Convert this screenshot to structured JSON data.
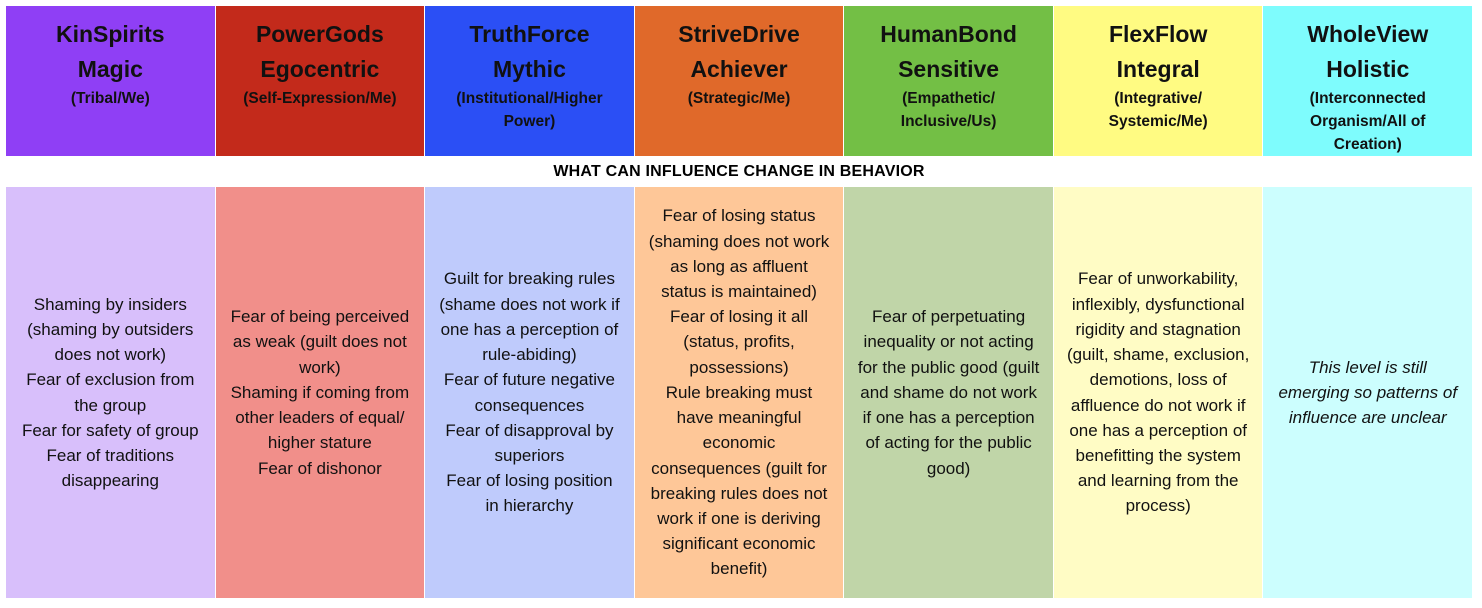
{
  "colors": {
    "header": [
      "#8f3ff5",
      "#c32a1b",
      "#2b4ff5",
      "#e0692a",
      "#73bf45",
      "#fffb82",
      "#7efcfd"
    ],
    "body": [
      "#d8bffb",
      "#f18f8a",
      "#bfcbfc",
      "#fec798",
      "#c0d5a8",
      "#fffcc5",
      "#ccfefe"
    ]
  },
  "banner": "WHAT CAN INFLUENCE CHANGE IN BEHAVIOR",
  "columns": [
    {
      "name": [
        "KinSpirits",
        "Magic"
      ],
      "sub": [
        "(Tribal/We)"
      ],
      "body_italic": false,
      "body": [
        "Shaming by insiders",
        "(shaming by outsiders",
        "does not work)",
        "Fear of exclusion from",
        "the group",
        "Fear for safety of group",
        "Fear of traditions",
        "disappearing"
      ]
    },
    {
      "name": [
        "PowerGods",
        "Egocentric"
      ],
      "sub": [
        "(Self-Expression/Me)"
      ],
      "body_italic": false,
      "body": [
        "Fear of being perceived",
        "as weak (guilt does not",
        "work)",
        "Shaming if coming from",
        "other leaders of equal/",
        "higher stature",
        "Fear of dishonor"
      ]
    },
    {
      "name": [
        "TruthForce",
        "Mythic"
      ],
      "sub": [
        "(Institutional/Higher",
        "Power)"
      ],
      "body_italic": false,
      "body": [
        "Guilt for breaking rules",
        "(shame does not work if",
        "one has a perception of",
        "rule-abiding)",
        "Fear of future negative",
        "consequences",
        "Fear of disapproval by",
        "superiors",
        "Fear of losing position",
        "in hierarchy"
      ]
    },
    {
      "name": [
        "StriveDrive",
        "Achiever"
      ],
      "sub": [
        "(Strategic/Me)"
      ],
      "body_italic": false,
      "body": [
        "Fear of losing status",
        "(shaming does not work",
        "as long as affluent",
        "status is maintained)",
        "Fear of losing it all",
        "(status, profits,",
        "possessions)",
        "Rule breaking must",
        "have meaningful",
        "economic",
        "consequences (guilt for",
        "breaking rules does not",
        "work if one is deriving",
        "significant economic",
        "benefit)"
      ]
    },
    {
      "name": [
        "HumanBond",
        "Sensitive"
      ],
      "sub": [
        "(Empathetic/",
        "Inclusive/Us)"
      ],
      "body_italic": false,
      "body": [
        "Fear of perpetuating",
        "inequality or not acting",
        "for the public good (guilt",
        "and shame do not work",
        "if one has a perception",
        "of acting for the public",
        "good)"
      ]
    },
    {
      "name": [
        "FlexFlow",
        "Integral"
      ],
      "sub": [
        "(Integrative/",
        "Systemic/Me)"
      ],
      "body_italic": false,
      "body": [
        "Fear of unworkability,",
        "inflexibly, dysfunctional",
        "rigidity and stagnation",
        "(guilt, shame, exclusion,",
        "demotions, loss of",
        "affluence do not work if",
        "one has a perception of",
        "benefitting the system",
        "and learning from the",
        "process)"
      ]
    },
    {
      "name": [
        "WholeView",
        "Holistic"
      ],
      "sub": [
        "(Interconnected",
        "Organism/All of",
        "Creation)"
      ],
      "body_italic": true,
      "body": [
        "This level is still",
        "emerging so patterns of",
        "influence are unclear"
      ]
    }
  ]
}
